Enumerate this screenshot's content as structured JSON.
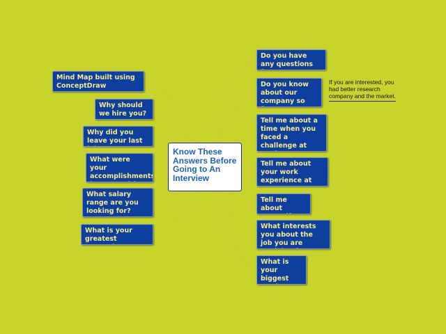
{
  "center_topic": "Know These Answers Before Going to An Interview",
  "left_topics": [
    "Mind Map built using ConceptDraw MINDMAP",
    "Why should we hire you?",
    "Why did you leave your last job?",
    "What were your accomplishments in ____ position?",
    "What salary range are you looking for?",
    "What is your greatest strength?"
  ],
  "right_topics": [
    "Do you have any questions for me?",
    "Do you know about our company so far?",
    "Tell me about a time when you faced a challenge at work?",
    "Tell me about your work experience at ___.",
    "Tell me about yourself.",
    "What interests you about the job you are applying for?",
    "What is your biggest weakness?"
  ],
  "note_text": "If you are interested, you had better research company and the market.",
  "colors": {
    "background": "#c8d42c",
    "node_fill": "#0d3f9e",
    "node_text": "#f7e98a",
    "connector": "#d6c53a",
    "center_text": "#1f5fb8"
  }
}
